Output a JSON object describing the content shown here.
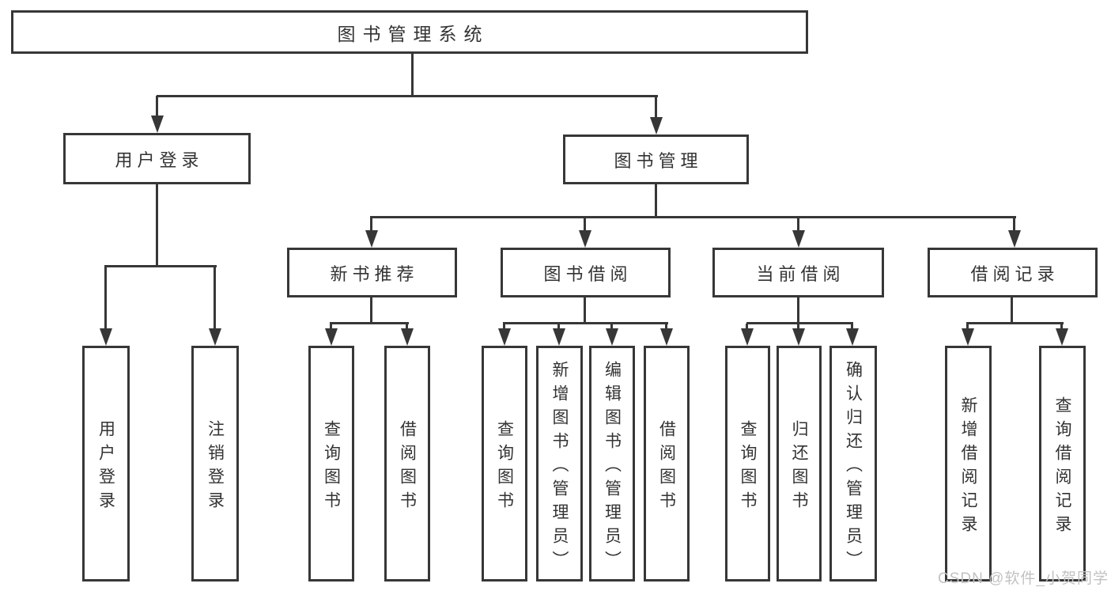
{
  "tree": {
    "label": "图书管理系统",
    "children": [
      {
        "label": "用户登录",
        "children": [
          {
            "label": "用户登录"
          },
          {
            "label": "注销登录"
          }
        ]
      },
      {
        "label": "图书管理",
        "children": [
          {
            "label": "新书推荐",
            "children": [
              {
                "label": "查询图书"
              },
              {
                "label": "借阅图书"
              }
            ]
          },
          {
            "label": "图书借阅",
            "children": [
              {
                "label": "查询图书"
              },
              {
                "label": "新增图书（管理员）"
              },
              {
                "label": "编辑图书（管理员）"
              },
              {
                "label": "借阅图书"
              }
            ]
          },
          {
            "label": "当前借阅",
            "children": [
              {
                "label": "查询图书"
              },
              {
                "label": "归还图书"
              },
              {
                "label": "确认归还（管理员）"
              }
            ]
          },
          {
            "label": "借阅记录",
            "children": [
              {
                "label": "新增借阅记录"
              },
              {
                "label": "查询借阅记录"
              }
            ]
          }
        ]
      }
    ]
  },
  "watermark": {
    "text": "CSDN @软件_小贺同学"
  },
  "colors": {
    "line": "#373737",
    "box_border": "#373737",
    "box_fill": "#ffffff",
    "text": "#333333",
    "watermark_text": "#c2c2c2",
    "background": "#ffffff"
  }
}
